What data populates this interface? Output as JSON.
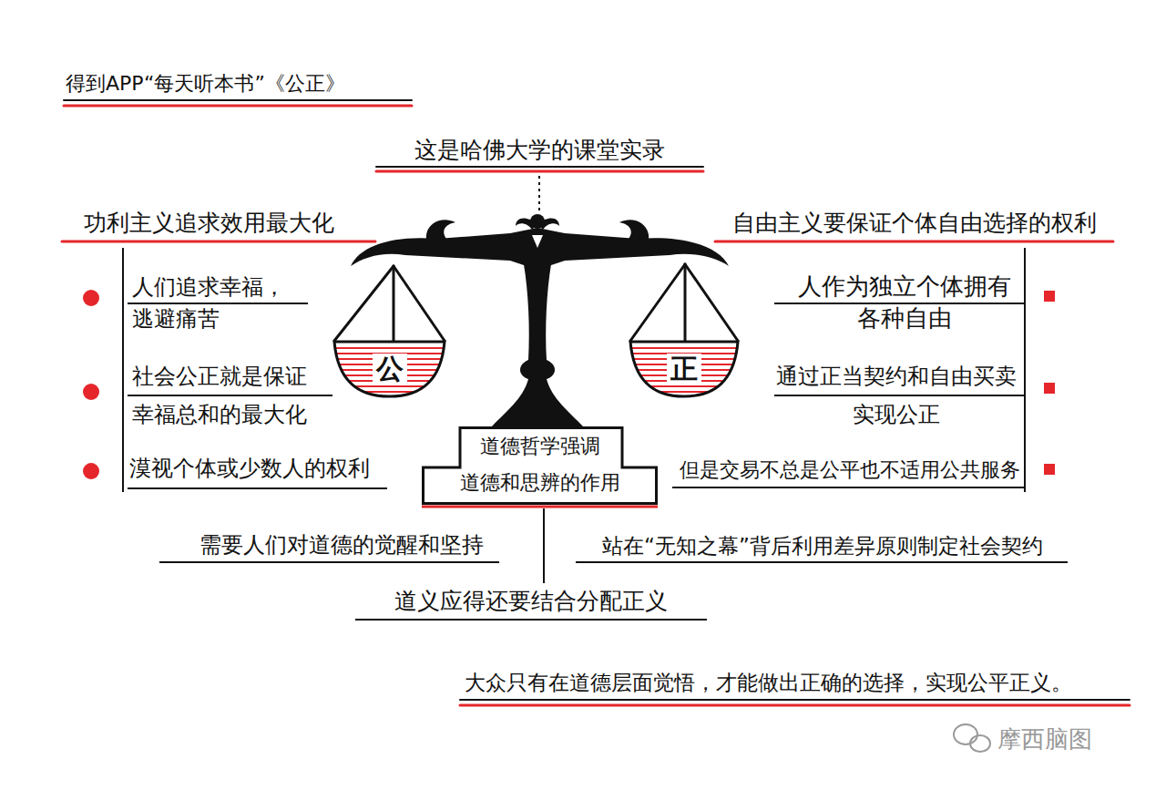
{
  "diagram": {
    "title": "得到APP“每天听本书”《公正》",
    "caption": "大众只有在道德层面觉悟，才能做出正确的选择，实现公平正义。",
    "nodes": [
      {
        "text": [
          "公"
        ]
      },
      {
        "text": [
          "正"
        ]
      },
      {
        "text": [
          "道德哲学强调 道德和思辨的作用"
        ]
      }
    ],
    "labels": [
      "这是哈佛大学的课堂实录",
      "功利主义追求效用最大化",
      "自由主义要保证个体自由选择的权利",
      "人们追求幸福， 逃避痛苦",
      "人作为独立个体拥有 各种自由",
      "社会公正就是保证 幸福总和的最大化",
      "通过正当契约和自由买卖 实现公正",
      "漠视个体或少数人的权利",
      "但是交易不总是公平也不适用公共服务",
      "需要人们对道德的觉醒和坚持",
      "站在“无知之幕”背后利用差异原则制定社会契约",
      "道义应得还要结合分配正义",
      "摩西脑图"
    ]
  }
}
